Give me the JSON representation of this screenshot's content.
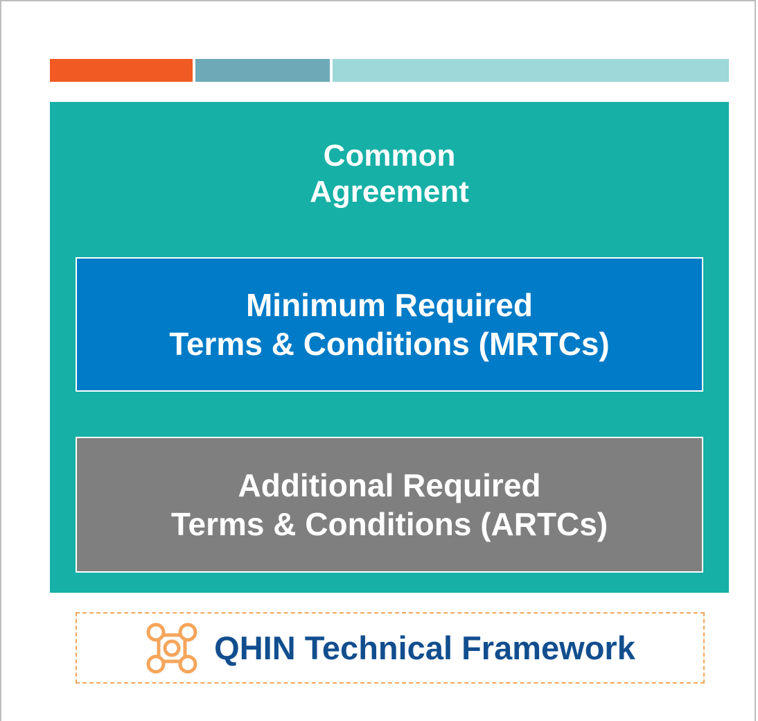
{
  "diagram": {
    "common_agreement": {
      "title": "Common\nAgreement"
    },
    "mrtc": {
      "label": "Minimum Required\nTerms & Conditions (MRTCs)"
    },
    "artc": {
      "label": "Additional Required\nTerms & Conditions (ARTCs)"
    },
    "qhin": {
      "label": "QHIN Technical Framework",
      "icon": "network-nodes-icon"
    }
  },
  "colors": {
    "accent_orange": "#f15a22",
    "accent_steel": "#6daab8",
    "accent_light_teal": "#9ed8d8",
    "common_agreement_bg": "#16b0a6",
    "mrtc_bg": "#007bc7",
    "artc_bg": "#7f7f7f",
    "qhin_text": "#124e8e",
    "qhin_border": "#f4a65c"
  }
}
